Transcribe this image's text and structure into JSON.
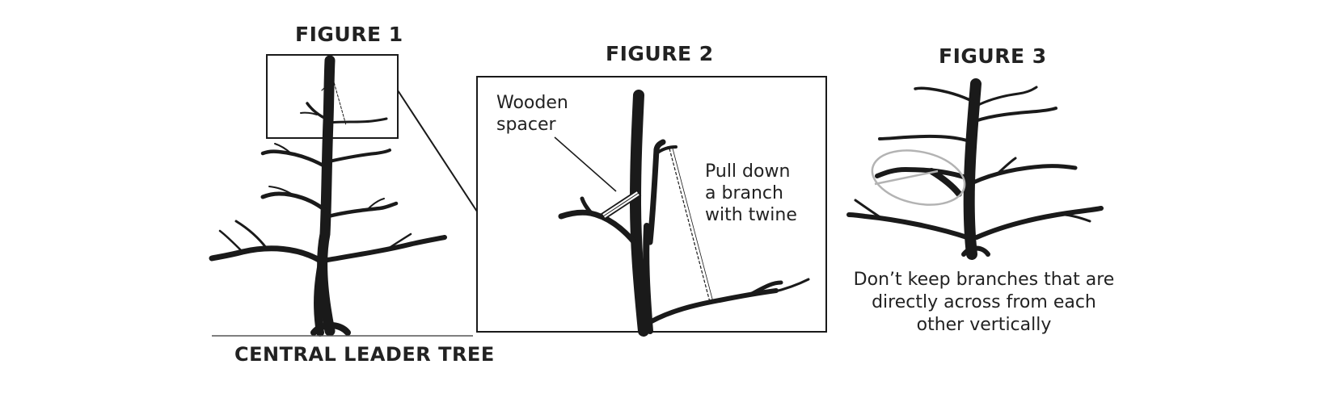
{
  "figure1": {
    "title": "FIGURE 1",
    "caption": "CENTRAL LEADER TREE"
  },
  "figure2": {
    "title": "FIGURE 2",
    "spacer_label_line1": "Wooden",
    "spacer_label_line2": "spacer",
    "twine_label_line1": "Pull down",
    "twine_label_line2": "a branch",
    "twine_label_line3": "with twine"
  },
  "figure3": {
    "title": "FIGURE 3",
    "caption": "Don’t keep branches that are directly across from each other vertically"
  },
  "colors": {
    "ink": "#1a1a1a",
    "highlight_ellipse": "#b3b3b3"
  }
}
